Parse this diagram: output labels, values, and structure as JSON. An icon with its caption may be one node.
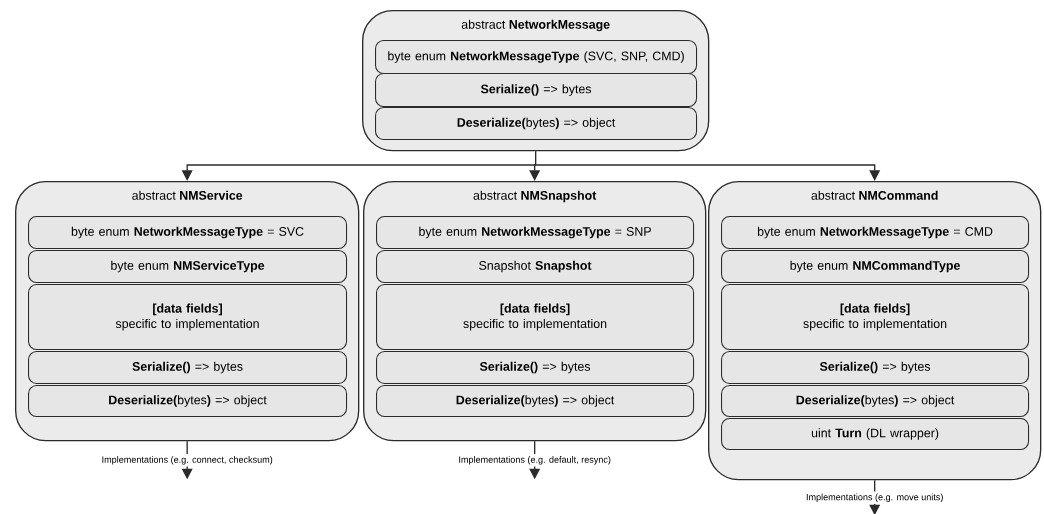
{
  "diagram": {
    "nodes": [
      {
        "text": [
          "abstract **NetworkMessage**"
        ]
      },
      {
        "text": [
          "byte enum **NetworkMessageType** (SVC, SNP, CMD)"
        ],
        "in": 0
      },
      {
        "text": [
          "**Serialize()** => bytes"
        ],
        "in": 0
      },
      {
        "text": [
          "**Deserialize(**bytes**)** => object"
        ],
        "in": 0
      },
      {
        "text": [
          "abstract **NMService**"
        ]
      },
      {
        "text": [
          "byte enum **NetworkMessageType** = SVC"
        ],
        "in": 4
      },
      {
        "text": [
          "byte enum **NMServiceType**"
        ],
        "in": 4
      },
      {
        "text": [
          "[data fields]",
          "specific to implementation"
        ],
        "in": 4
      },
      {
        "text": [
          "**Serialize()** => bytes"
        ],
        "in": 4
      },
      {
        "text": [
          "**Deserialize(**bytes**)** => object"
        ],
        "in": 4
      },
      {
        "text": [
          "abstract **NMSnapshot**"
        ]
      },
      {
        "text": [
          "byte enum **NetworkMessageType** = SNP"
        ],
        "in": 10
      },
      {
        "text": [
          "Snapshot **Snapshot**"
        ],
        "in": 10
      },
      {
        "text": [
          "[data fields]",
          "specific to implementation"
        ],
        "in": 10
      },
      {
        "text": [
          "**Serialize()** => bytes"
        ],
        "in": 10
      },
      {
        "text": [
          "**Deserialize(**bytes**)** => object"
        ],
        "in": 10
      },
      {
        "text": [
          "abstract **NMCommand**"
        ]
      },
      {
        "text": [
          "byte enum **NetworkMessageType** = CMD"
        ],
        "in": 16
      },
      {
        "text": [
          "byte enum **NMCommandType**"
        ],
        "in": 16
      },
      {
        "text": [
          "[data fields]",
          "specific to implementation"
        ],
        "in": 16
      },
      {
        "text": [
          "**Serialize()** => bytes"
        ],
        "in": 16
      },
      {
        "text": [
          "**Deserialize(**bytes**)** => object"
        ],
        "in": 16
      },
      {
        "text": [
          "uint **Turn** (DL wrapper)"
        ],
        "in": 16
      }
    ],
    "edges": [
      {
        "from": 0,
        "to": 4,
        "arrow": "to"
      },
      {
        "from": 0,
        "to": 10,
        "arrow": "to"
      },
      {
        "from": 0,
        "to": 16,
        "arrow": "to"
      },
      {
        "from": 4,
        "to": null,
        "arrow": "to",
        "label": "Implementations (e.g. connect, checksum)"
      },
      {
        "from": 10,
        "to": null,
        "arrow": "to",
        "label": "Implementations (e.g. default, resync)"
      },
      {
        "from": 16,
        "to": null,
        "arrow": "to",
        "label": "Implementations (e.g. move units)"
      }
    ]
  }
}
